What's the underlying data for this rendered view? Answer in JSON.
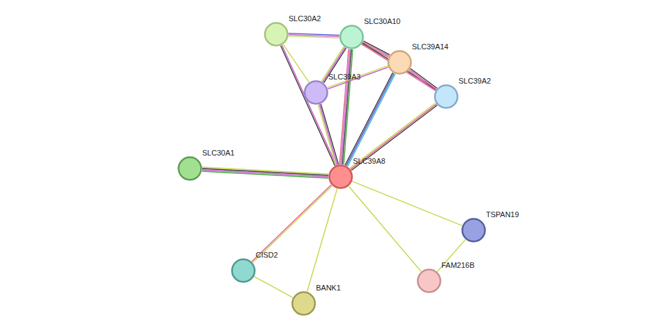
{
  "diagram": {
    "nodes": [
      {
        "text": [
          "SLC30A2"
        ]
      },
      {
        "text": [
          "SLC30A10"
        ]
      },
      {
        "text": [
          "SLC39A14"
        ]
      },
      {
        "text": [
          "SLC39A3"
        ]
      },
      {
        "text": [
          "SLC39A2"
        ]
      },
      {
        "text": [
          "SLC30A1"
        ]
      },
      {
        "text": [
          "SLC39A8"
        ]
      },
      {
        "text": [
          "TSPAN19"
        ]
      },
      {
        "text": [
          "CISD2"
        ]
      },
      {
        "text": [
          "FAM216B"
        ]
      },
      {
        "text": [
          "BANK1"
        ]
      }
    ],
    "edges": [
      {
        "from": 0,
        "to": 1,
        "arrow": "none"
      },
      {
        "from": 0,
        "to": 3,
        "arrow": "none"
      },
      {
        "from": 0,
        "to": 6,
        "arrow": "none"
      },
      {
        "from": 1,
        "to": 3,
        "arrow": "none"
      },
      {
        "from": 1,
        "to": 2,
        "arrow": "none"
      },
      {
        "from": 1,
        "to": 4,
        "arrow": "none"
      },
      {
        "from": 1,
        "to": 6,
        "arrow": "none"
      },
      {
        "from": 2,
        "to": 3,
        "arrow": "none"
      },
      {
        "from": 2,
        "to": 4,
        "arrow": "none"
      },
      {
        "from": 2,
        "to": 6,
        "arrow": "none"
      },
      {
        "from": 3,
        "to": 6,
        "arrow": "none"
      },
      {
        "from": 4,
        "to": 6,
        "arrow": "none"
      },
      {
        "from": 5,
        "to": 6,
        "arrow": "none"
      },
      {
        "from": 6,
        "to": 8,
        "arrow": "none"
      },
      {
        "from": 6,
        "to": 10,
        "arrow": "none"
      },
      {
        "from": 6,
        "to": 9,
        "arrow": "none"
      },
      {
        "from": 6,
        "to": 7,
        "arrow": "none"
      },
      {
        "from": 8,
        "to": 10,
        "arrow": "none"
      },
      {
        "from": 7,
        "to": 9,
        "arrow": "none"
      }
    ]
  }
}
